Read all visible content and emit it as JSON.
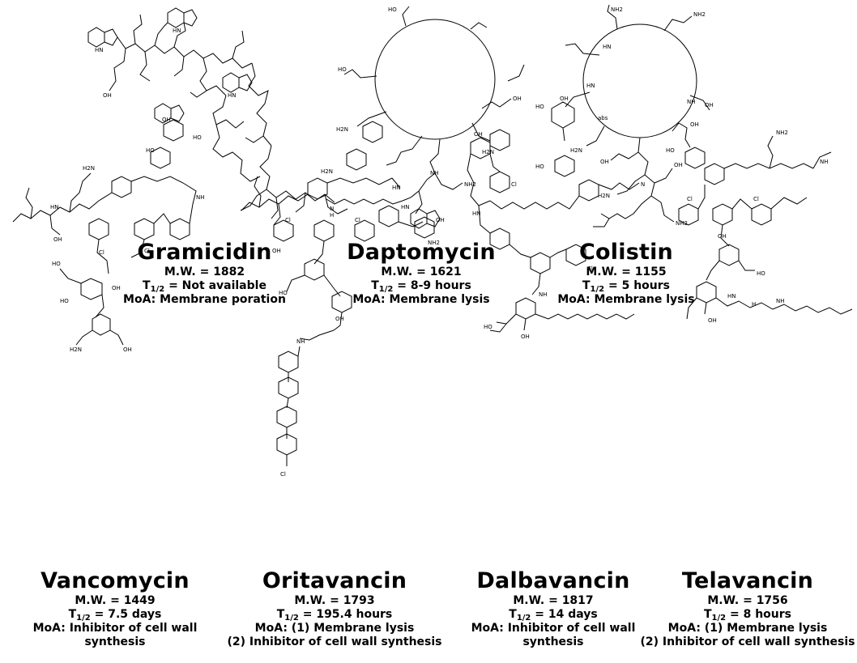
{
  "drugs": [
    {
      "id": "gramicidin",
      "name": "Gramicidin",
      "mw": "M.W. = 1882",
      "half_life": "= Not available",
      "moa": [
        "MoA: Membrane poration"
      ]
    },
    {
      "id": "daptomycin",
      "name": "Daptomycin",
      "mw": "M.W. = 1621",
      "half_life": "= 8-9 hours",
      "moa": [
        "MoA: Membrane lysis"
      ]
    },
    {
      "id": "colistin",
      "name": "Colistin",
      "mw": "M.W. = 1155",
      "half_life": "= 5 hours",
      "moa": [
        "MoA: Membrane lysis"
      ]
    },
    {
      "id": "vancomycin",
      "name": "Vancomycin",
      "mw": "M.W. = 1449",
      "half_life": "= 7.5 days",
      "moa": [
        "MoA: Inhibitor of cell wall",
        "synthesis"
      ]
    },
    {
      "id": "oritavancin",
      "name": "Oritavancin",
      "mw": "M.W. = 1793",
      "half_life": "= 195.4 hours",
      "moa": [
        "MoA: (1) Membrane lysis",
        "(2) Inhibitor of cell wall synthesis"
      ]
    },
    {
      "id": "dalbavancin",
      "name": "Dalbavancin",
      "mw": "M.W. = 1817",
      "half_life": "= 14 days",
      "moa": [
        "MoA: Inhibitor of cell wall",
        "synthesis"
      ]
    },
    {
      "id": "telavancin",
      "name": "Telavancin",
      "mw": "M.W. = 1756",
      "half_life": "= 8 hours",
      "moa": [
        "MoA: (1) Membrane lysis",
        "(2) Inhibitor of cell wall synthesis"
      ]
    }
  ],
  "half_life_symbol": "T",
  "half_life_subscript": "1/2",
  "atom_labels": {
    "gramicidin": [
      "HN",
      "HN",
      "HN",
      "N",
      "H",
      "OH"
    ],
    "daptomycin": [
      "HO",
      "H2N",
      "HO",
      "H2N",
      "NH2",
      "OH",
      "NH",
      "HN"
    ],
    "colistin": [
      "NH2",
      "NH2",
      "NH",
      "HN",
      "HN",
      "H2N",
      "H2N",
      "OH",
      "OH",
      "NH2",
      "abs"
    ],
    "vancomycin": [
      "OH",
      "HO",
      "H2N",
      "OH",
      "HO",
      "Cl",
      "Cl",
      "HO",
      "OH",
      "H2N",
      "OH",
      "HO",
      "NH",
      "HN"
    ],
    "oritavancin": [
      "H2N",
      "OH",
      "Cl",
      "Cl",
      "HO",
      "OH",
      "NH2",
      "OH",
      "Cl",
      "NH",
      "HN"
    ],
    "dalbavancin": [
      "OH",
      "HO",
      "Cl",
      "OH",
      "HO",
      "OH",
      "Cl",
      "HO",
      "OH",
      "N",
      "NH",
      "HN"
    ],
    "telavancin": [
      "OH",
      "HO",
      "NH",
      "Cl",
      "Cl",
      "OH",
      "HO",
      "OH",
      "HN",
      "H",
      "NH",
      "NH2"
    ]
  }
}
